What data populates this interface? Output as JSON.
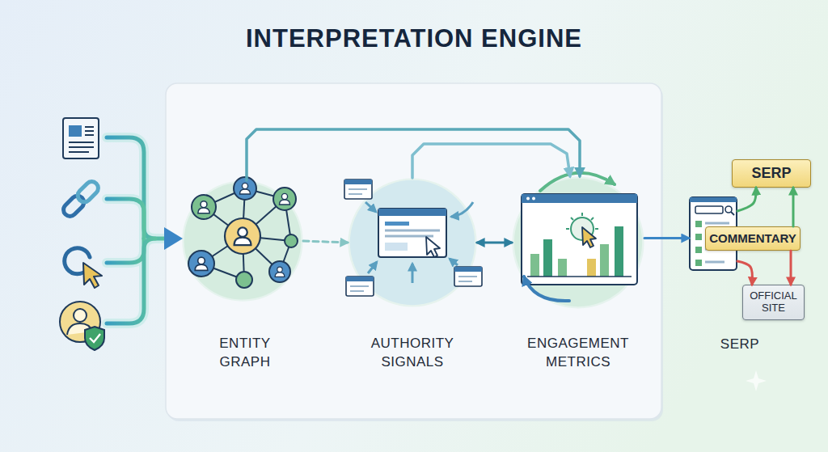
{
  "diagram": {
    "title": "INTERPRETATION ENGINE",
    "nodes": [
      {
        "text": [
          "ENTITY GRAPH"
        ]
      },
      {
        "text": [
          "AUTHORITY SIGNALS"
        ]
      },
      {
        "text": [
          "ENGAGEMENT METRICS"
        ]
      },
      {
        "text": [
          "SERP"
        ]
      },
      {
        "text": [
          "SERP"
        ]
      },
      {
        "text": [
          "COMMENTARY"
        ]
      },
      {
        "text": [
          "OFFICIAL SITE"
        ]
      }
    ],
    "edges": [
      {
        "from": 0,
        "to": 1,
        "arrow": "to"
      },
      {
        "from": 1,
        "to": 2,
        "arrow": "both"
      },
      {
        "from": 2,
        "to": 3,
        "arrow": "to"
      },
      {
        "from": 0,
        "to": 2,
        "arrow": "to"
      },
      {
        "from": 1,
        "to": 2,
        "arrow": "to"
      },
      {
        "from": 3,
        "to": 4,
        "arrow": "to"
      },
      {
        "from": 5,
        "to": 4,
        "arrow": "to"
      },
      {
        "from": 5,
        "to": 6,
        "arrow": "to"
      },
      {
        "from": 3,
        "to": 6,
        "arrow": "to"
      }
    ]
  }
}
